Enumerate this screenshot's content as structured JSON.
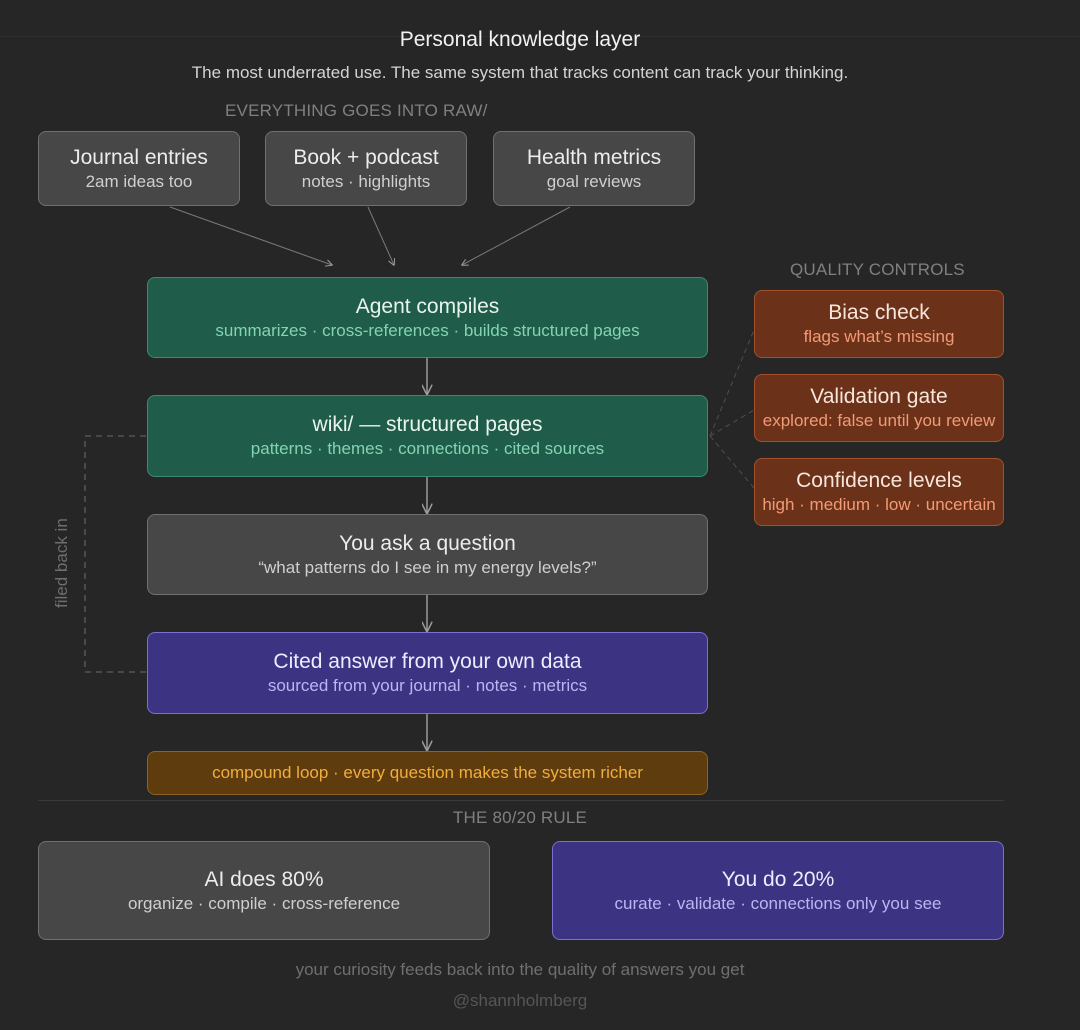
{
  "header": {
    "title": "Personal knowledge layer",
    "subtitle": "The most underrated use. The same system that tracks content can track your thinking."
  },
  "raw": {
    "label": "EVERYTHING GOES INTO RAW/",
    "items": [
      {
        "title": "Journal entries",
        "sub": "2am ideas too"
      },
      {
        "title": "Book + podcast",
        "sub": "notes · highlights"
      },
      {
        "title": "Health metrics",
        "sub": "goal reviews"
      }
    ]
  },
  "flow": {
    "agent": {
      "title": "Agent compiles",
      "sub": "summarizes · cross-references · builds structured pages"
    },
    "wiki": {
      "title": "wiki/ — structured pages",
      "sub": "patterns · themes · connections · cited sources"
    },
    "question": {
      "title": "You ask a question",
      "sub": "“what patterns do I see in my energy levels?”"
    },
    "answer": {
      "title": "Cited answer from your own data",
      "sub": "sourced from your journal · notes · metrics"
    },
    "loop": {
      "text": "compound loop · every question makes the system richer"
    },
    "feedback_label": "filed back in"
  },
  "quality": {
    "label": "QUALITY CONTROLS",
    "items": [
      {
        "title": "Bias check",
        "sub": "flags what’s missing"
      },
      {
        "title": "Validation gate",
        "sub": "explored: false until you review"
      },
      {
        "title": "Confidence levels",
        "sub": "high · medium · low · uncertain"
      }
    ]
  },
  "rule": {
    "label": "THE 80/20 RULE",
    "ai": {
      "title": "AI does 80%",
      "sub": "organize · compile · cross-reference"
    },
    "you": {
      "title": "You do 20%",
      "sub": "curate · validate · connections only you see"
    }
  },
  "footer": {
    "text": "your curiosity feeds back into the quality of answers you get",
    "handle": "@shannholmberg"
  },
  "colors": {
    "background": "#262626",
    "gray": "#474747",
    "green": "#1f5c49",
    "orange": "#6c3219",
    "purple": "#3c3482",
    "amber": "#5e3c0e"
  }
}
